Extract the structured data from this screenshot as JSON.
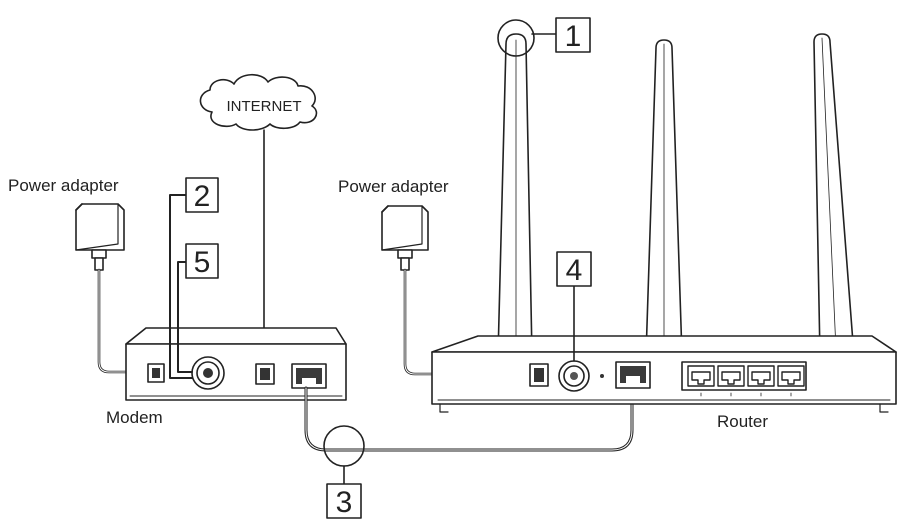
{
  "labels": {
    "internet": "INTERNET",
    "power_adapter_left": "Power adapter",
    "power_adapter_right": "Power adapter",
    "modem": "Modem",
    "router": "Router"
  },
  "callouts": [
    "1",
    "2",
    "5",
    "4",
    "3"
  ],
  "colors": {
    "line": "#222222",
    "fill_light": "#f2f2f2",
    "fill_port": "#3a3a3a"
  }
}
